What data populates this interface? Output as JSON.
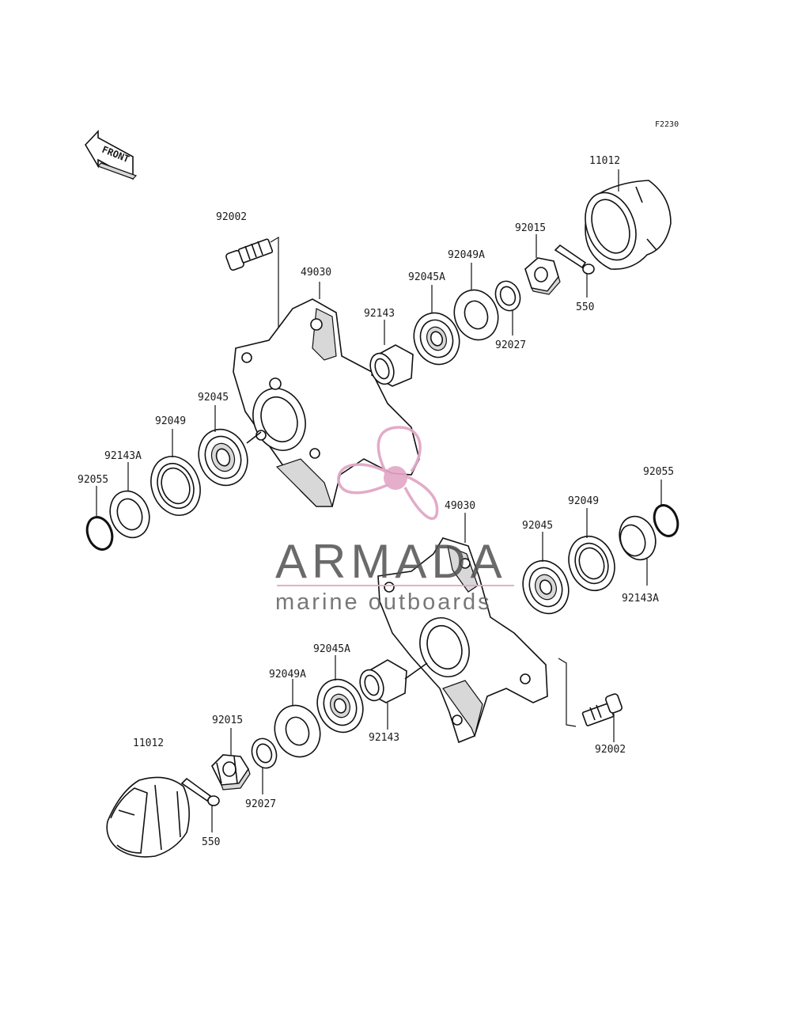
{
  "diagram_code": "F2230",
  "front_label": "FRONT",
  "watermark": {
    "brand": "ARMADA",
    "tagline": "marine outboards",
    "color": "#e2a6c6"
  },
  "labels": {
    "top_11012": "11012",
    "top_92015": "92015",
    "top_92049A": "92049A",
    "top_92045A": "92045A",
    "top_92002": "92002",
    "top_49030": "49030",
    "top_92143": "92143",
    "top_92027": "92027",
    "top_550": "550",
    "top_92045": "92045",
    "top_92049": "92049",
    "top_92143A": "92143A",
    "top_92055": "92055",
    "bot_92055": "92055",
    "bot_49030": "49030",
    "bot_92049": "92049",
    "bot_92045": "92045",
    "bot_92143A": "92143A",
    "bot_92045A": "92045A",
    "bot_92049A": "92049A",
    "bot_92015": "92015",
    "bot_11012": "11012",
    "bot_92143": "92143",
    "bot_92002": "92002",
    "bot_92027": "92027",
    "bot_550": "550"
  }
}
